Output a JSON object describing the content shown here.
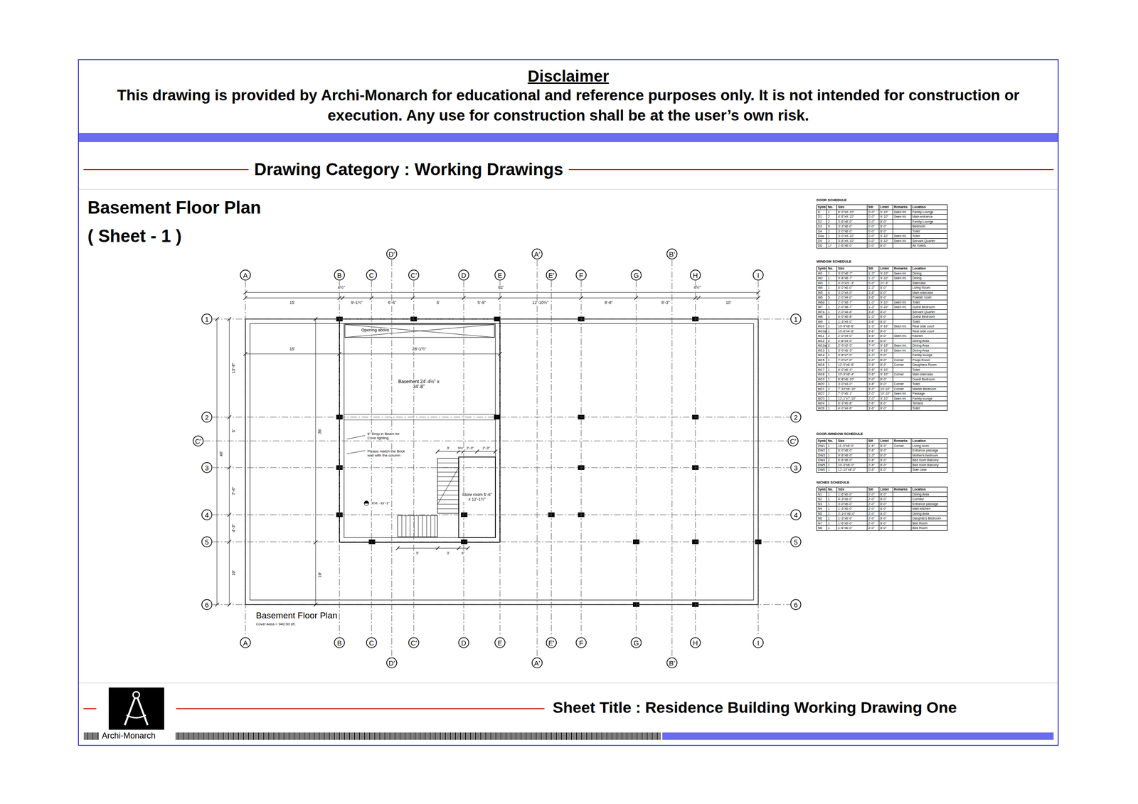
{
  "diagram": {
    "title": "Basement Floor Plan",
    "caption": "Basement Floor Plan",
    "nodes": [
      {
        "text": [
          "Disclaimer",
          "This drawing is provided by Archi-Monarch for educational and reference purposes only. It is not intended for construction or execution. Any use for construction shall be at the user’s own risk."
        ]
      },
      {
        "text": [
          "A"
        ]
      },
      {
        "text": [
          "B"
        ]
      },
      {
        "text": [
          "C"
        ]
      },
      {
        "text": [
          "C'"
        ]
      },
      {
        "text": [
          "D"
        ]
      },
      {
        "text": [
          "E"
        ]
      },
      {
        "text": [
          "E'"
        ]
      },
      {
        "text": [
          "F"
        ]
      },
      {
        "text": [
          "G"
        ]
      },
      {
        "text": [
          "H"
        ]
      },
      {
        "text": [
          "I"
        ]
      },
      {
        "text": [
          "D'"
        ]
      },
      {
        "text": [
          "A'"
        ]
      },
      {
        "text": [
          "B'"
        ]
      },
      {
        "text": [
          "A"
        ]
      },
      {
        "text": [
          "B"
        ]
      },
      {
        "text": [
          "C"
        ]
      },
      {
        "text": [
          "C'"
        ]
      },
      {
        "text": [
          "D"
        ]
      },
      {
        "text": [
          "E"
        ]
      },
      {
        "text": [
          "E'"
        ]
      },
      {
        "text": [
          "F"
        ]
      },
      {
        "text": [
          "G"
        ]
      },
      {
        "text": [
          "H"
        ]
      },
      {
        "text": [
          "I"
        ]
      },
      {
        "text": [
          "D'"
        ]
      },
      {
        "text": [
          "A'"
        ]
      },
      {
        "text": [
          "B'"
        ]
      },
      {
        "text": [
          "1"
        ]
      },
      {
        "text": [
          "2"
        ]
      },
      {
        "text": [
          "C'"
        ]
      },
      {
        "text": [
          "3"
        ]
      },
      {
        "text": [
          "4"
        ]
      },
      {
        "text": [
          "5"
        ]
      },
      {
        "text": [
          "6"
        ]
      },
      {
        "text": [
          "1"
        ]
      },
      {
        "text": [
          "2"
        ]
      },
      {
        "text": [
          "C'"
        ]
      },
      {
        "text": [
          "3"
        ]
      },
      {
        "text": [
          "4"
        ]
      },
      {
        "text": [
          "5"
        ]
      },
      {
        "text": [
          "6"
        ]
      },
      {
        "text": [
          "DOOR SCHEDULE"
        ]
      },
      {
        "text": [
          "Symb",
          "No.",
          "Size",
          "Sill",
          "Lintel",
          "Remarks",
          "Location"
        ],
        "in": 43
      },
      {
        "text": [
          "D",
          "1",
          "6'-0\"x9'-10\"",
          "0'-0\"",
          "9'-10\"",
          "Seen lnt.",
          "Family Lounge"
        ],
        "in": 43
      },
      {
        "text": [
          "D1",
          "2",
          "4'-6\"x9'-10\"",
          "0'-0\"",
          "9'-10\"",
          "Seen lnt.",
          "Main entrance"
        ],
        "in": 43
      },
      {
        "text": [
          "D2",
          "2",
          "3'-6\"x8'-0\"",
          "0'-0\"",
          "8'-0\"",
          "Family Lounge"
        ],
        "in": 43
      },
      {
        "text": [
          "D3",
          "9",
          "3'-3\"x8'-0\"",
          "0'-0\"",
          "8'-0\"",
          "Bedroom"
        ],
        "in": 43
      },
      {
        "text": [
          "D4",
          "2",
          "3'-0\"x8'-0\"",
          "0'-0\"",
          "8'-0\"",
          "Toilet"
        ],
        "in": 43
      },
      {
        "text": [
          "D4a",
          "1",
          "3'-0\"x9'-10\"",
          "0'-0\"",
          "9'-10\"",
          "Seen lnt.",
          "Toilet"
        ],
        "in": 43
      },
      {
        "text": [
          "D5",
          "2",
          "3'-6\"x9'-10\"",
          "0'-0\"",
          "9'-10\"",
          "Seen lnt.",
          "Servant Quarter"
        ],
        "in": 43
      },
      {
        "text": [
          "D6",
          "17",
          "2'-6\"x8'-0\"",
          "0'-0\"",
          "8'-0\"",
          "All Toilets"
        ],
        "in": 43
      },
      {
        "text": [
          "WINDOW SCHEDULE"
        ]
      },
      {
        "text": [
          "Symb",
          "No.",
          "Size",
          "Sill",
          "Lintel",
          "Remarks",
          "Location"
        ],
        "in": 53
      },
      {
        "text": [
          "W1",
          "1",
          "3'-0\"x8'-7\"",
          "1'-3\"",
          "9'-10\"",
          "Seen lnt.",
          "Dining"
        ],
        "in": 53
      },
      {
        "text": [
          "W2",
          "1",
          "9'-8\"x8'-7\"",
          "1'-3\"",
          "9'-10\"",
          "Seen lnt.",
          "Dining"
        ],
        "in": 53
      },
      {
        "text": [
          "W3",
          "1",
          "4'-0\"x21'-3\"",
          "0'-0\"",
          "21'-3\"",
          "Staircase"
        ],
        "in": 53
      },
      {
        "text": [
          "W4",
          "1",
          "6'-0\"x6'-0\"",
          "1'-3\"",
          "8'-0\"",
          "Living Room"
        ],
        "in": 53
      },
      {
        "text": [
          "W5",
          "4",
          "3'-0\"x4'-0\"",
          "3'-6\"",
          "8'-0\"",
          "Main staircase"
        ],
        "in": 53
      },
      {
        "text": [
          "W6",
          "5",
          "2'-0\"x4'-0\"",
          "3'-6\"",
          "8'-0\"",
          "Powder room"
        ],
        "in": 53
      },
      {
        "text": [
          "W6a",
          "1",
          "2'-0\"x8'-7\"",
          "1'-3\"",
          "9'-10\"",
          "Seen lnt.",
          "Toilet"
        ],
        "in": 53
      },
      {
        "text": [
          "W7",
          "1",
          "2'-0\"x8'-7\"",
          "1'-3\"",
          "9'-10\"",
          "Seen lnt.",
          "Guest Bedroom"
        ],
        "in": 53
      },
      {
        "text": [
          "W7a",
          "1",
          "2'-0\"x4'-6\"",
          "3'-6\"",
          "8'-0\"",
          "Servant Quarter"
        ],
        "in": 53
      },
      {
        "text": [
          "W8",
          "1",
          "6'-0\"x6'-8\"",
          "1'-3\"",
          "8'-0\"",
          "Guest Bedroom"
        ],
        "in": 53
      },
      {
        "text": [
          "W9",
          "1",
          "1'-3\"x4'-0\"",
          "3'-6\"",
          "8'-0\"",
          "Toilet"
        ],
        "in": 53
      },
      {
        "text": [
          "W10",
          "1",
          "10'-9\"x8'-6\"",
          "1'-3\"",
          "9'-10\"",
          "Seen lnt.",
          "Rear side court"
        ],
        "in": 53
      },
      {
        "text": [
          "W10a",
          "1",
          "10'-6\"x4'-6\"",
          "3'-6\"",
          "8'-0\"",
          "Rear side court"
        ],
        "in": 53
      },
      {
        "text": [
          "W11",
          "2",
          "2'-0\"x4'-0\"",
          "3'-6\"",
          "8'-0\"",
          "Seen lnt.",
          "Kitchen"
        ],
        "in": 53
      },
      {
        "text": [
          "W12",
          "2",
          "2'-6\"x3'-0\"",
          "3'-6\"",
          "8'-0\"",
          "Dining Area"
        ],
        "in": 53
      },
      {
        "text": [
          "W12a",
          "2",
          "2'-0\"x2'-0\"",
          "7'-4\"",
          "9'-10\"",
          "Seen lnt.",
          "Dining Area"
        ],
        "in": 53
      },
      {
        "text": [
          "W13",
          "1",
          "3'-0\"x6'-3\"",
          "2'-6\"",
          "9'-10\"",
          "Seen lnt.",
          "Dining Area"
        ],
        "in": 53
      },
      {
        "text": [
          "W14",
          "1",
          "3'-6\"x7'-0\"",
          "1'-3\"",
          "9'-0\"",
          "Family lounge"
        ],
        "in": 53
      },
      {
        "text": [
          "W15",
          "1",
          "7'-0\"x7'-0\"",
          "1'-0\"",
          "8'-0\"",
          "Corner",
          "Pooja Room"
        ],
        "in": 53
      },
      {
        "text": [
          "W16",
          "1",
          "12'-0\"x6'-6\"",
          "0'-6\"",
          "8'-0\"",
          "Corner",
          "Daughters Room"
        ],
        "in": 53
      },
      {
        "text": [
          "W17",
          "1",
          "6'-0\"x6'-4\"",
          "0'-6\"",
          "9'-10\"",
          "Toilet"
        ],
        "in": 53
      },
      {
        "text": [
          "W18",
          "1",
          "10'-9\"x8'-4\"",
          "0'-6\"",
          "9'-10\"",
          "Corner",
          "Main staircase"
        ],
        "in": 53
      },
      {
        "text": [
          "W19",
          "1",
          "6'-8\"x6'-10\"",
          "2'-0\"",
          "8'-0\"",
          "Guest Bedroom"
        ],
        "in": 53
      },
      {
        "text": [
          "W20",
          "1",
          "3'-0\"x4'-0\"",
          "3'-6\"",
          "8'-0\"",
          "Corner",
          "Toilet"
        ],
        "in": 53
      },
      {
        "text": [
          "W21",
          "2",
          "7'-10\"x6'-10\"",
          "3'-0\"",
          "10'-10\"",
          "Corner",
          "Master Bedroom"
        ],
        "in": 53
      },
      {
        "text": [
          "W22",
          "2",
          "7'-0\"x6'-1\"",
          "2'-0\"",
          "10'-10\"",
          "Seen lnt.",
          "Passage"
        ],
        "in": 53
      },
      {
        "text": [
          "W23",
          "1",
          "12'-1\"x7'-10\"",
          "2'-0\"",
          "9'-10\"",
          "Seen lnt.",
          "Family lounge"
        ],
        "in": 53
      },
      {
        "text": [
          "W24",
          "1",
          "6'-3\"x6'-8\"",
          "2'-6\"",
          "8'-0\"",
          "Terrace"
        ],
        "in": 53
      },
      {
        "text": [
          "W26",
          "1",
          "4'-0\"x4'-6\"",
          "3'-6\"",
          "8'-0\"",
          "Toilet"
        ],
        "in": 53
      },
      {
        "text": [
          "DOOR-WINDOW SCHEDULE"
        ]
      },
      {
        "text": [
          "Symb",
          "No.",
          "Size",
          "Sill",
          "Lintel",
          "Remarks",
          "Location"
        ],
        "in": 84
      },
      {
        "text": [
          "DW1",
          "1",
          "11'-0\"x8'-0\"",
          "1'-6\"",
          "8'-0\"",
          "Corner",
          "Living room"
        ],
        "in": 84
      },
      {
        "text": [
          "DW2",
          "1",
          "6'-0\"x8'-0\"",
          "0'-6\"",
          "8'-0\"",
          "Entrance passage"
        ],
        "in": 84
      },
      {
        "text": [
          "DW3",
          "1",
          "9'-6\"x8'-0\"",
          "1'-3\"",
          "8'-0\"",
          "Mother's bedroom"
        ],
        "in": 84
      },
      {
        "text": [
          "DW4",
          "2",
          "6'-6\"x8'-0\"",
          "0'-6\"",
          "8'-0\"",
          "Bed room Balcony"
        ],
        "in": 84
      },
      {
        "text": [
          "DW5",
          "1",
          "10'-0\"x8'-0\"",
          "2'-6\"",
          "8'-0\"",
          "Bed room Balcony"
        ],
        "in": 84
      },
      {
        "text": [
          "DW6",
          "1",
          "12'-10\"x8'-0\"",
          "0'-6\"",
          "8'-0\"",
          "Stair case"
        ],
        "in": 84
      },
      {
        "text": [
          "NICHES SCHEDULE"
        ]
      },
      {
        "text": [
          "Symb",
          "No.",
          "Size",
          "Sill",
          "Lintel",
          "Remarks",
          "Location"
        ],
        "in": 92
      },
      {
        "text": [
          "N1",
          "1",
          "1'-6\"x6'-0\"",
          "2'-0\"",
          "8'-0\"",
          "Dining Area"
        ],
        "in": 92
      },
      {
        "text": [
          "N2",
          "1",
          "4'-3\"x6'-0\"",
          "2'-0\"",
          "8'-0\"",
          "Corridor"
        ],
        "in": 92
      },
      {
        "text": [
          "N3",
          "1",
          "3'-0\"x6'-0\"",
          "2'-0\"",
          "8'-0\"",
          "Entrance passage"
        ],
        "in": 92
      },
      {
        "text": [
          "N4",
          "1",
          "1'-3\"x6'-0\"",
          "2'-0\"",
          "8'-0\"",
          "Main kitchen"
        ],
        "in": 92
      },
      {
        "text": [
          "N5",
          "1",
          "2'-1½\"x6'-0\"",
          "2'-0\"",
          "8'-0\"",
          "Dining Area"
        ],
        "in": 92
      },
      {
        "text": [
          "N6",
          "1",
          "1'-3\"x6'-0\"",
          "2'-0\"",
          "8'-0\"",
          "Daughters Bedroom"
        ],
        "in": 92
      },
      {
        "text": [
          "N7",
          "1",
          "1'-6\"x6'-0\"",
          "2'-0\"",
          "8'-0\"",
          "Bed Room"
        ],
        "in": 92
      },
      {
        "text": [
          "N8",
          "1",
          "1'-6\"x6'-0\"",
          "2'-0\"",
          "8'-0\"",
          "Bed Room"
        ],
        "in": 92
      }
    ],
    "edges": [
      {
        "from": 1,
        "to": 15,
        "arrow": "none"
      },
      {
        "from": 2,
        "to": 16,
        "arrow": "none"
      },
      {
        "from": 3,
        "to": 17,
        "arrow": "none"
      },
      {
        "from": 4,
        "to": 18,
        "arrow": "none"
      },
      {
        "from": 5,
        "to": 19,
        "arrow": "none"
      },
      {
        "from": 6,
        "to": 20,
        "arrow": "none"
      },
      {
        "from": 7,
        "to": 21,
        "arrow": "none"
      },
      {
        "from": 8,
        "to": 22,
        "arrow": "none"
      },
      {
        "from": 9,
        "to": 23,
        "arrow": "none"
      },
      {
        "from": 10,
        "to": 24,
        "arrow": "none"
      },
      {
        "from": 11,
        "to": 25,
        "arrow": "none"
      },
      {
        "from": 12,
        "to": 26,
        "arrow": "none"
      },
      {
        "from": 13,
        "to": 27,
        "arrow": "none"
      },
      {
        "from": 14,
        "to": 28,
        "arrow": "none"
      },
      {
        "from": 29,
        "to": 36,
        "arrow": "none"
      },
      {
        "from": 30,
        "to": 37,
        "arrow": "none"
      },
      {
        "from": 31,
        "to": 38,
        "arrow": "none"
      },
      {
        "from": 32,
        "to": 39,
        "arrow": "none"
      },
      {
        "from": 33,
        "to": 40,
        "arrow": "none"
      },
      {
        "from": 34,
        "to": 41,
        "arrow": "none"
      },
      {
        "from": 35,
        "to": 42,
        "arrow": "none"
      }
    ],
    "labels": [
      "( Sheet - 1 )",
      "Drawing Category : Working Drawings",
      "Sheet Title : Residence Building Working Drawing One",
      "Archi-Monarch",
      "15'",
      "4½\"",
      "9'-1½\"",
      "6'-6\"",
      "6'",
      "5'-9\"",
      "12'-10½\"",
      "8'-8\"",
      "8'-3\"",
      "4½\"",
      "10'",
      "82'",
      "Opening above",
      "15'",
      "28'-1½\"",
      "Basement 24'-4½\" x 34'-8\"",
      "6\" Drop in Beam for Cove lighting",
      "Please match the Brick wall with the column",
      "Ext. -11'-1\"",
      "Store room 5'-6\" x 12'-1½\"",
      "13'-8\"",
      "5'",
      "7'-8\"",
      "4'-3\"",
      "10'",
      "46'",
      "36'",
      "10'",
      "3'",
      "9½\"",
      "2'-3\"",
      "2'-3\"",
      "5'",
      "3'",
      "6\"",
      "Cover Area = 940.50 sft."
    ]
  }
}
